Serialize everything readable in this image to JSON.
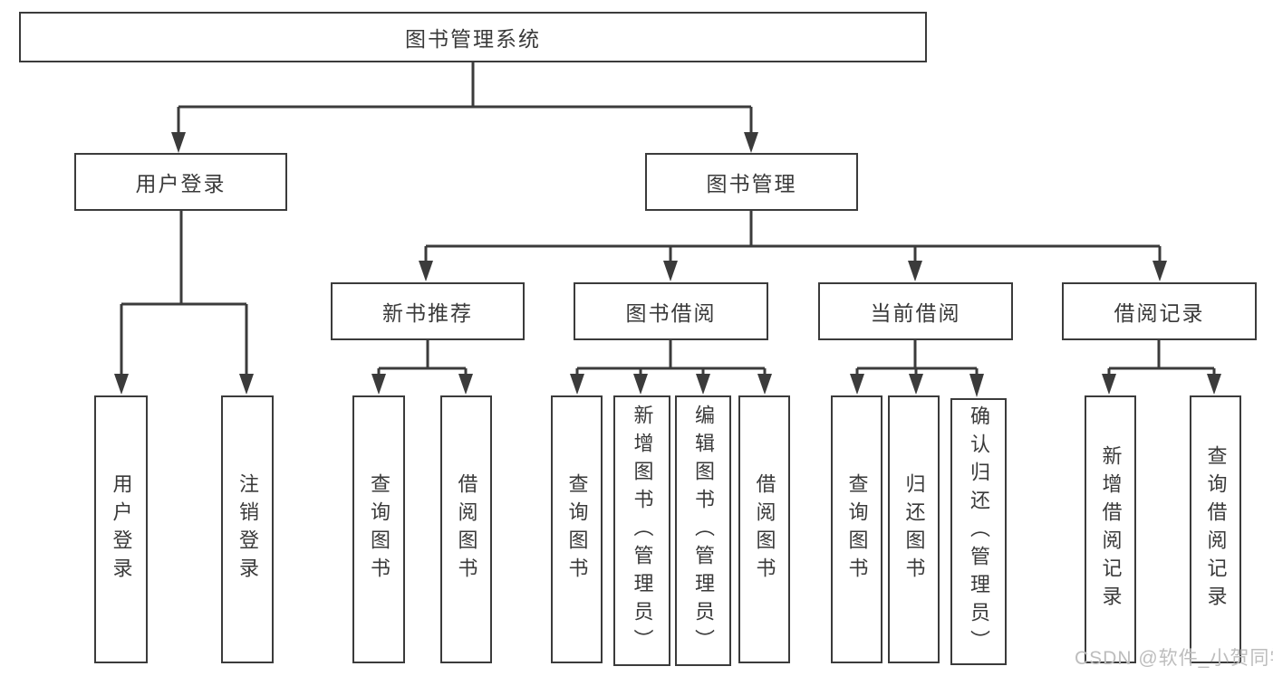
{
  "diagram": {
    "root": {
      "label": "图书管理系统"
    },
    "level2": [
      {
        "label": "用户登录"
      },
      {
        "label": "图书管理"
      }
    ],
    "level3": [
      {
        "label": "新书推荐"
      },
      {
        "label": "图书借阅"
      },
      {
        "label": "当前借阅"
      },
      {
        "label": "借阅记录"
      }
    ],
    "leaves": [
      {
        "label": "用户登录"
      },
      {
        "label": "注销登录"
      },
      {
        "label": "查询图书"
      },
      {
        "label": "借阅图书"
      },
      {
        "label": "查询图书"
      },
      {
        "label": "新增图书（管理员）"
      },
      {
        "label": "编辑图书（管理员）"
      },
      {
        "label": "借阅图书"
      },
      {
        "label": "查询图书"
      },
      {
        "label": "归还图书"
      },
      {
        "label": "确认归还（管理员）"
      },
      {
        "label": "新增借阅记录"
      },
      {
        "label": "查询借阅记录"
      }
    ]
  },
  "watermark": {
    "text": "CSDN @软件_小贺同学"
  },
  "colors": {
    "line": "#3b3b3b",
    "text": "#3a3a3a",
    "watermark": "#bdbdbd",
    "background": "#ffffff"
  }
}
